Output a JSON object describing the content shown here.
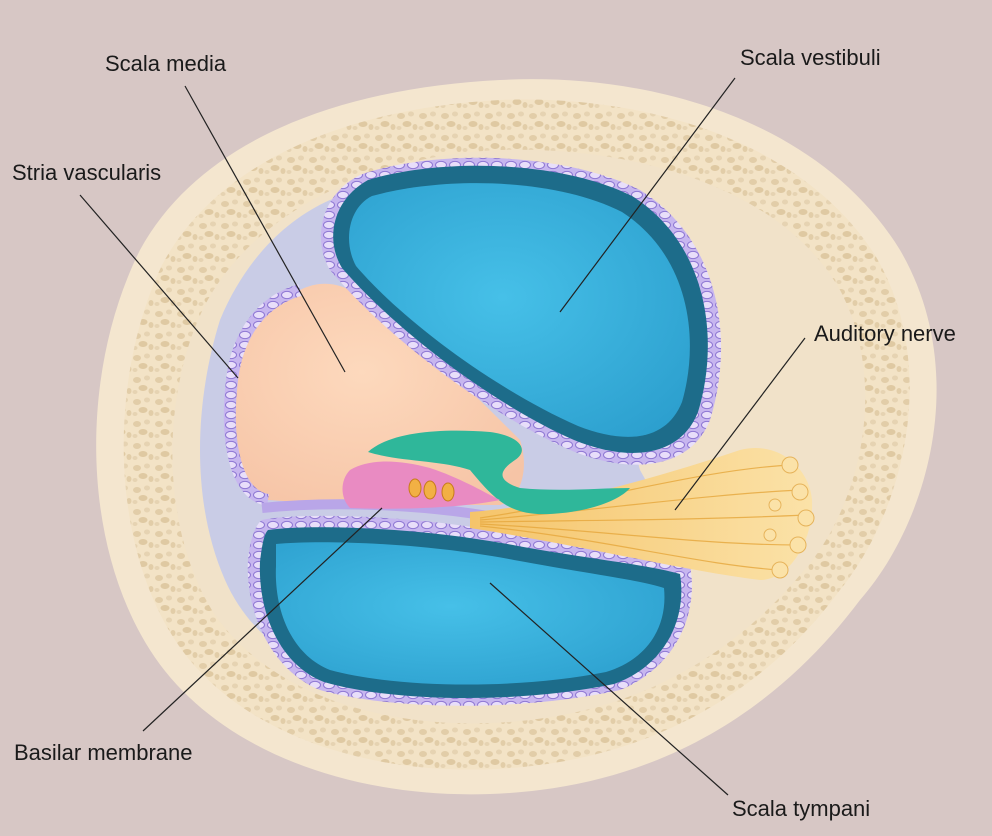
{
  "labels": {
    "scala_media": "Scala media",
    "scala_vestibuli": "Scala vestibuli",
    "stria_vascularis": "Stria vascularis",
    "auditory_nerve": "Auditory nerve",
    "basilar_membrane": "Basilar membrane",
    "scala_tympani": "Scala tympani"
  },
  "colors": {
    "background": "#d7c7c5",
    "bone_outer": "#f4e6cf",
    "bone_texture": "#e3cfae",
    "inner_lining": "#c9cce6",
    "duct_dark": "#1d6c8a",
    "duct_fill": "#3bb6e0",
    "scala_media_fill": "#fbd3b6",
    "tectorial": "#2fb79a",
    "organ_of_corti": "#e98bc2",
    "nerve": "#f2c66d",
    "membrane": "#b9a6e8"
  }
}
